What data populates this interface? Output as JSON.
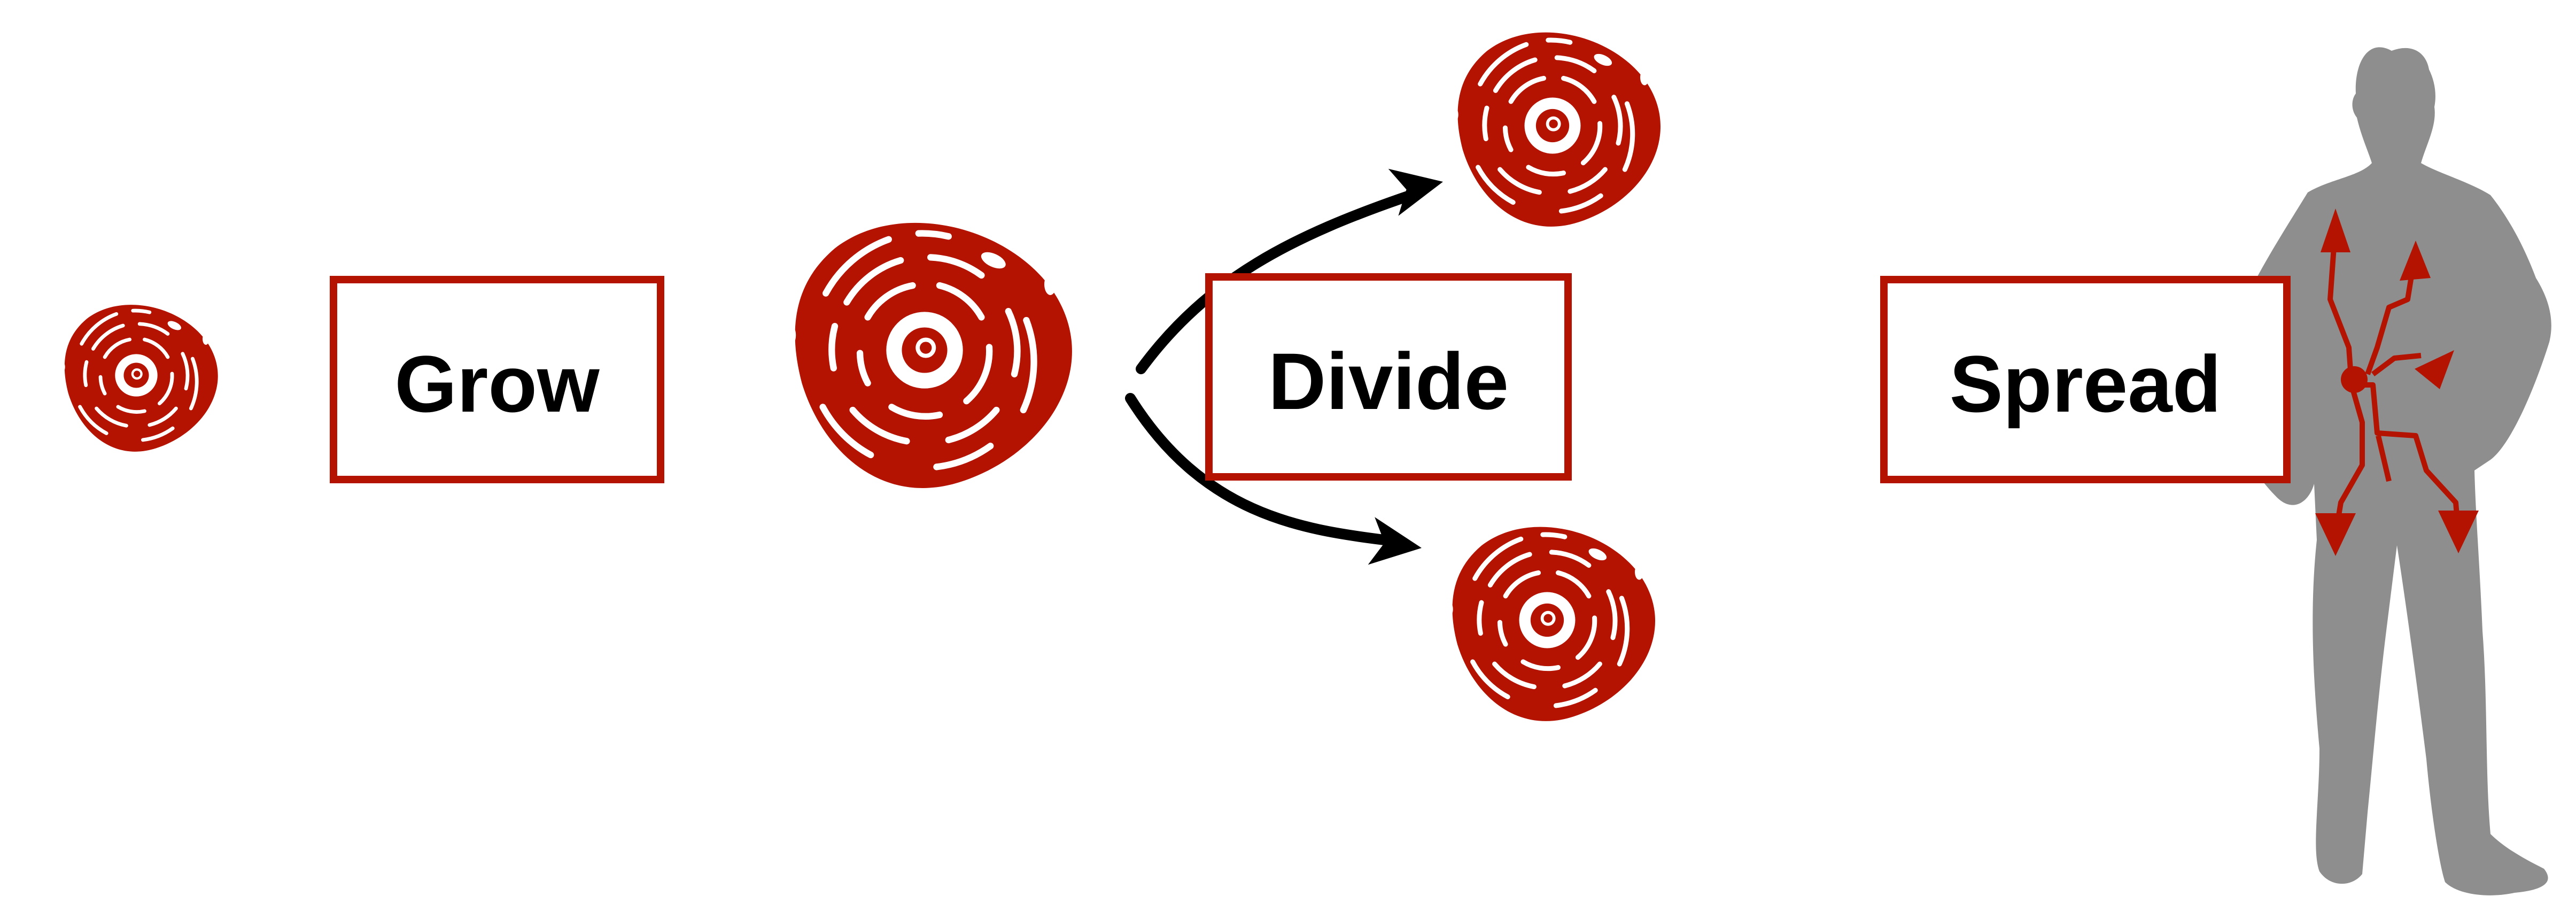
{
  "labels": {
    "grow": "Grow",
    "divide": "Divide",
    "spread": "Spread"
  },
  "colors": {
    "cell": "#b31300",
    "box_border": "#b31300",
    "arrow": "#000000",
    "silhouette": "#8e8e8e",
    "background": "#ffffff"
  },
  "icons": {
    "cell": "cell-icon",
    "arrow": "arrow-icon",
    "person": "person-silhouette-icon"
  }
}
